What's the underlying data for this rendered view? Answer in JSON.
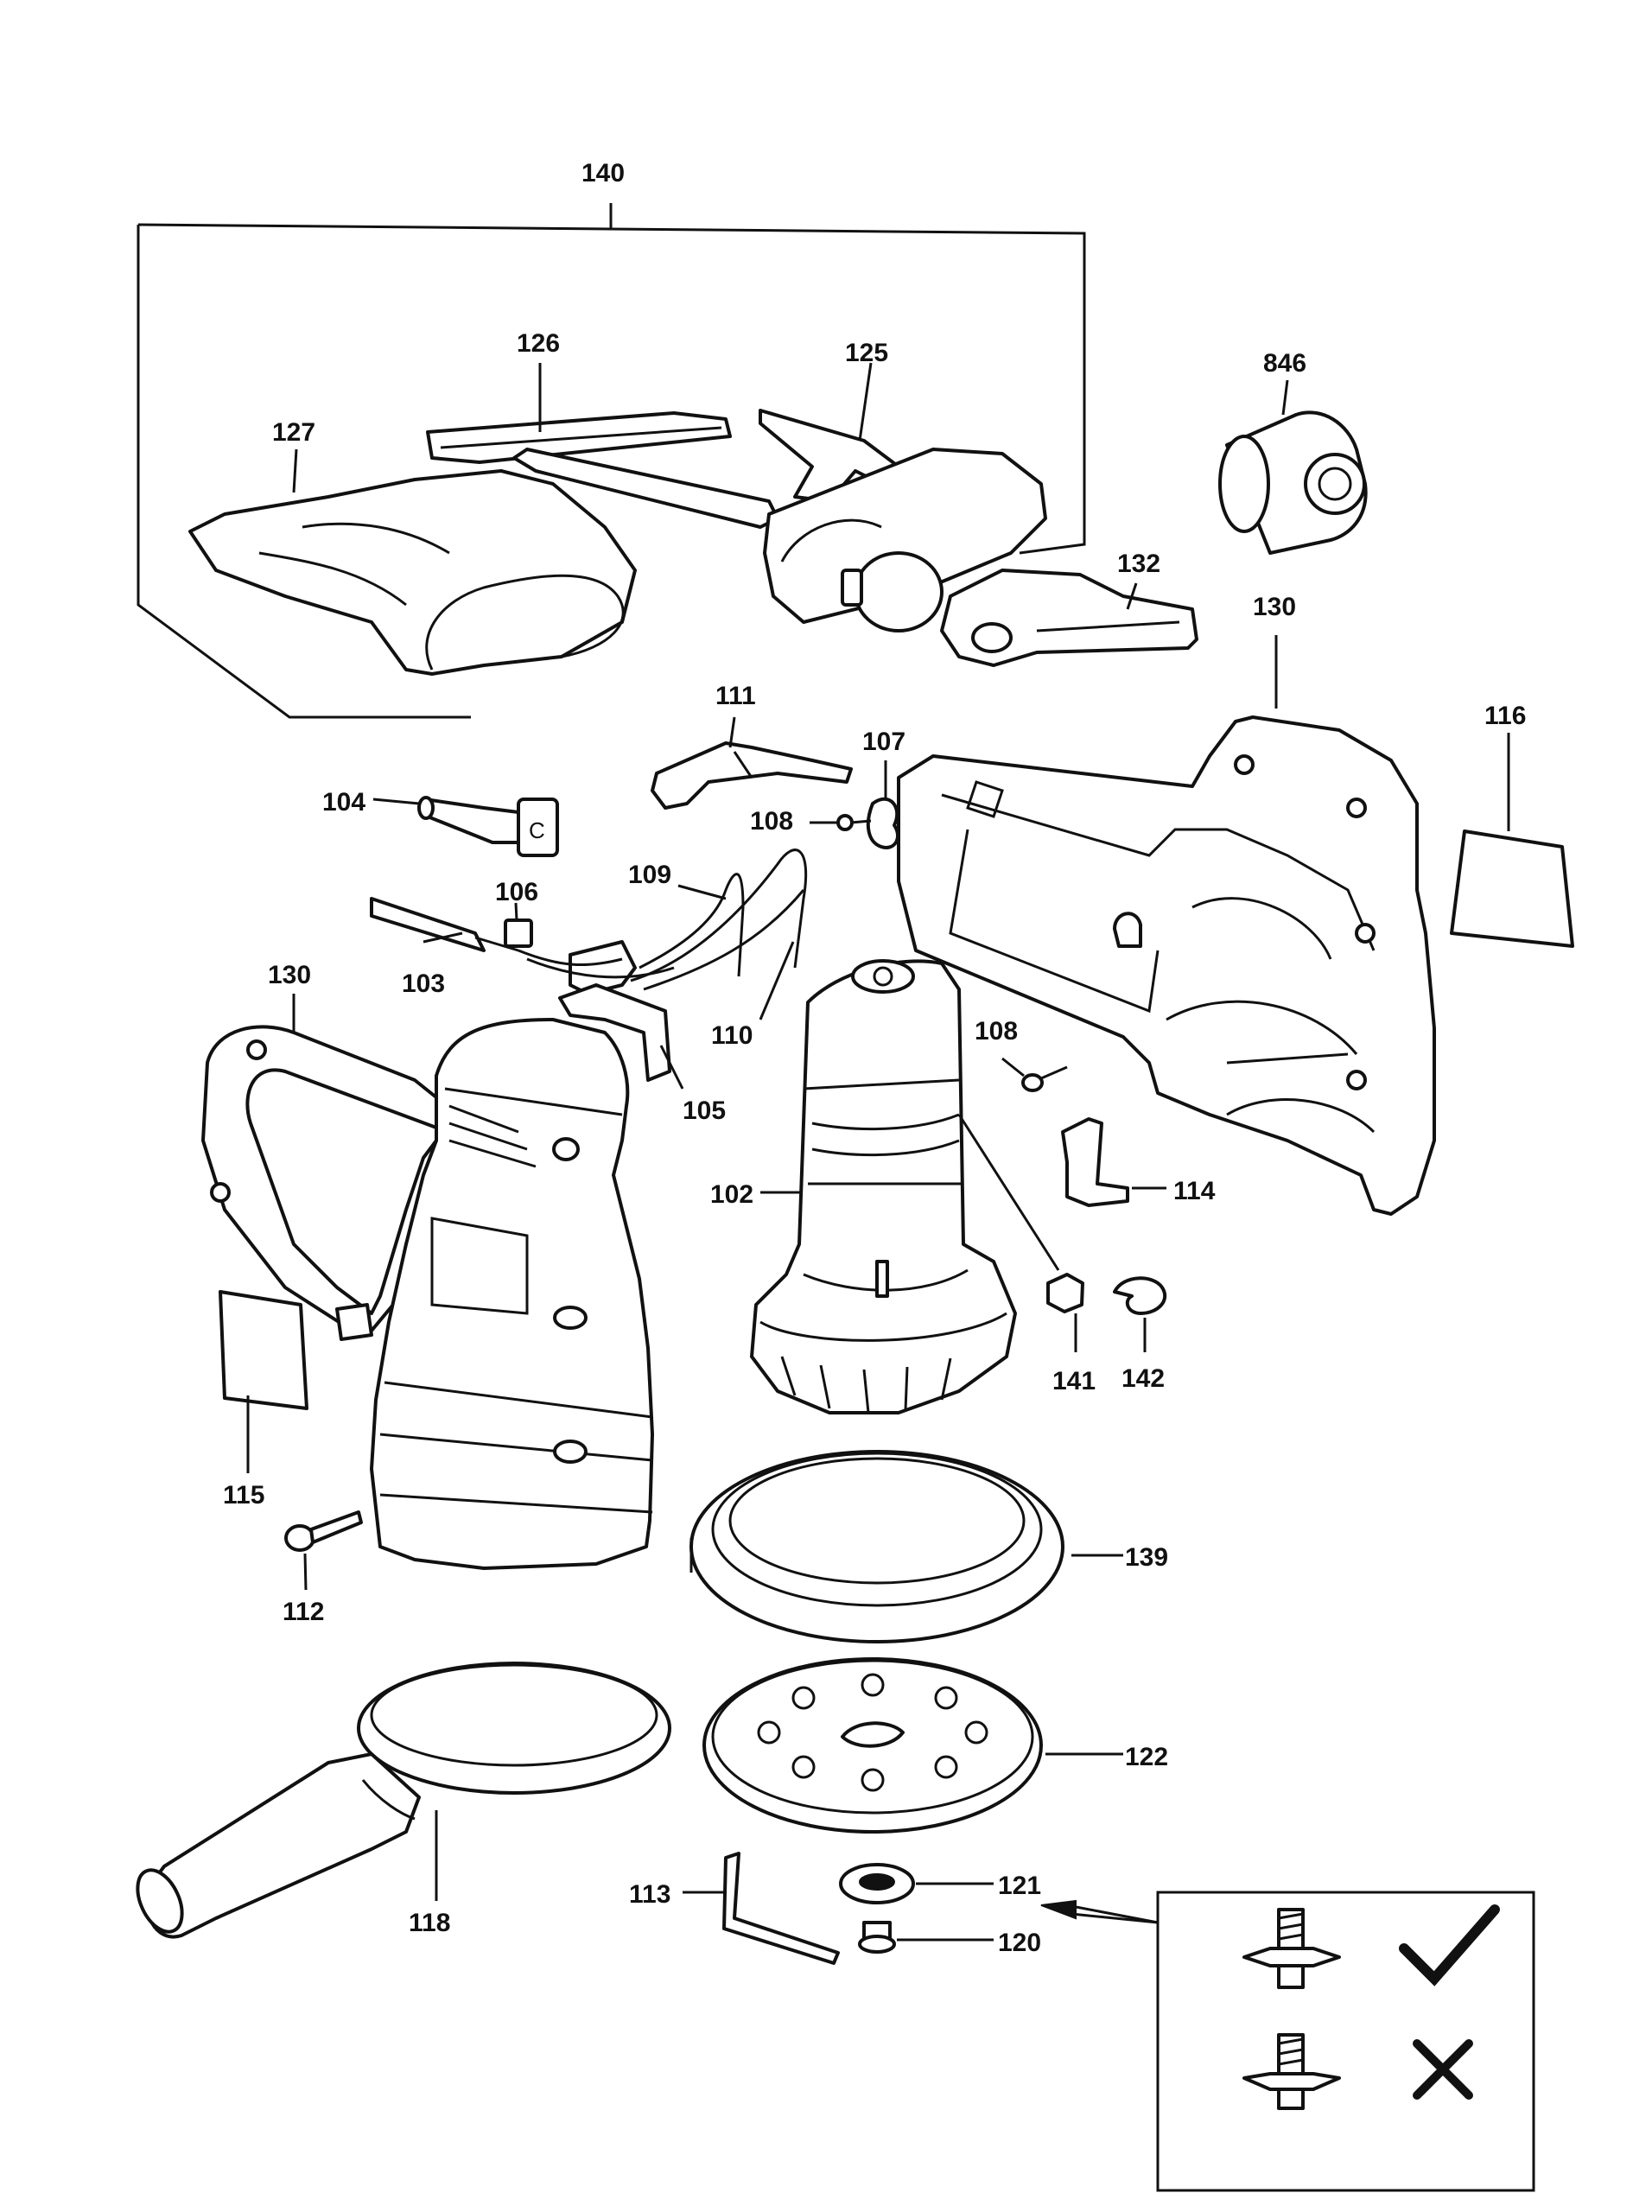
{
  "colors": {
    "ink": "#111111",
    "paper": "#ffffff"
  },
  "labels": {
    "p140": "140",
    "p126": "126",
    "p125": "125",
    "p846": "846",
    "p127": "127",
    "p132": "132",
    "p130_top": "130",
    "p111": "111",
    "p107": "107",
    "p116": "116",
    "p104": "104",
    "p108_a": "108",
    "p109": "109",
    "p106": "106",
    "p130_left": "130",
    "p103": "103",
    "p110": "110",
    "p108_b": "108",
    "p105": "105",
    "p102": "102",
    "p114": "114",
    "p141": "141",
    "p142": "142",
    "p115": "115",
    "p139": "139",
    "p112": "112",
    "p122": "122",
    "p118": "118",
    "p113": "113",
    "p121": "121",
    "p120": "120"
  },
  "inset": {
    "correct_icon": "checkmark-icon",
    "wrong_icon": "cross-icon"
  }
}
